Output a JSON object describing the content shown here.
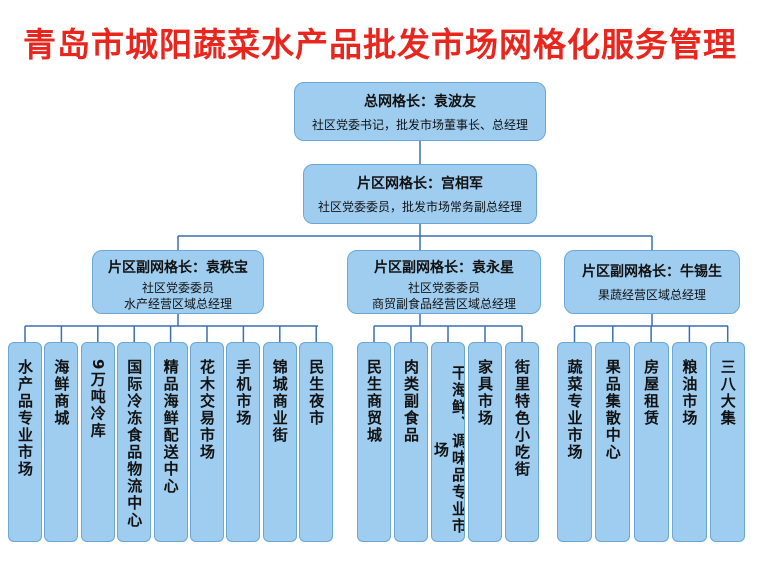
{
  "title": "青岛市城阳蔬菜水产品批发市场网格化服务管理",
  "top": {
    "heading": "总网格长：袁波友",
    "desc": "社区党委书记，批发市场董事长、总经理"
  },
  "second": {
    "heading": "片区网格长：宫相军",
    "desc": "社区党委委员，批发市场常务副总经理"
  },
  "groups": [
    {
      "heading": "片区副网格长：袁秩宝",
      "desc": [
        "社区党委委员",
        "水产经营区域总经理"
      ],
      "leaves": [
        "水产品专业市场",
        "海鲜商城",
        "9万吨冷库",
        "国际冷冻食品物流中心",
        "精品海鲜配送中心",
        "花木交易市场",
        "手机市场",
        "锦城商业街",
        "民生夜市"
      ]
    },
    {
      "heading": "片区副网格长：袁永星",
      "desc": [
        "社区党委委员",
        "商贸副食品经营区域总经理"
      ],
      "leaves": [
        "民生商贸城",
        "肉类副食品",
        "干海鲜、调味品专业市场",
        "家具市场",
        "街里特色小吃街"
      ]
    },
    {
      "heading": "片区副网格长：牛锡生",
      "desc": [
        "果蔬经营区域总经理"
      ],
      "leaves": [
        "蔬菜专业市场",
        "果品集散中心",
        "房屋租赁",
        "粮油市场",
        "三八大集"
      ]
    }
  ],
  "colors": {
    "title": "#e8261e",
    "box_fill": "#9fcdf0",
    "box_border": "#6aa6d6",
    "line": "#3a6fb0"
  }
}
